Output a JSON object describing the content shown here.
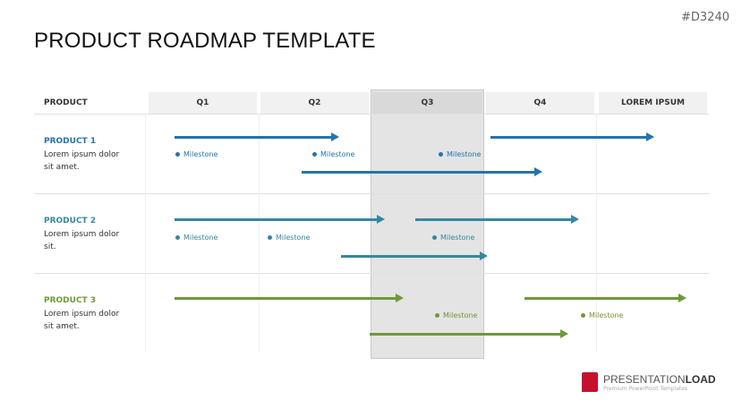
{
  "code": "#D3240",
  "title": "PRODUCT ROADMAP TEMPLATE",
  "header": {
    "product": "PRODUCT",
    "cols": [
      "Q1",
      "Q2",
      "Q3",
      "Q4",
      "LOREM IPSUM"
    ],
    "highlighted": "Q3"
  },
  "milestone_label": "Milestone",
  "products": [
    {
      "name": "PRODUCT 1",
      "desc": "Lorem ipsum dolor sit amet.",
      "color": "#2474ad"
    },
    {
      "name": "PRODUCT 2",
      "desc": "Lorem ipsum dolor sit.",
      "color": "#35889d"
    },
    {
      "name": "PRODUCT 3",
      "desc": "Lorem ipsum dolor sit amet.",
      "color": "#6e9a36"
    }
  ],
  "logo": {
    "name_light": "PRESENTATION",
    "name_bold": "LOAD",
    "tagline": "Premium PowerPoint Templates"
  }
}
